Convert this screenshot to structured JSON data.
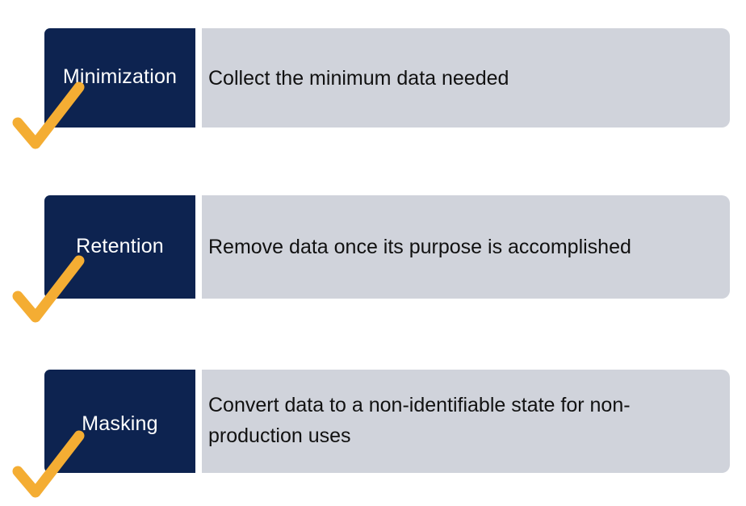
{
  "rows": [
    {
      "label": "Minimization",
      "description": "Collect the minimum data needed",
      "checked": true
    },
    {
      "label": "Retention",
      "description": "Remove data once its purpose is accomplished",
      "checked": true
    },
    {
      "label": "Masking",
      "description": "Convert data to a non-identifiable state for non-production uses",
      "checked": true
    }
  ],
  "colors": {
    "label_background": "#0d2350",
    "description_background": "#d0d3db",
    "checkmark": "#f4ad33"
  },
  "icons": {
    "check": "checkmark-icon"
  }
}
